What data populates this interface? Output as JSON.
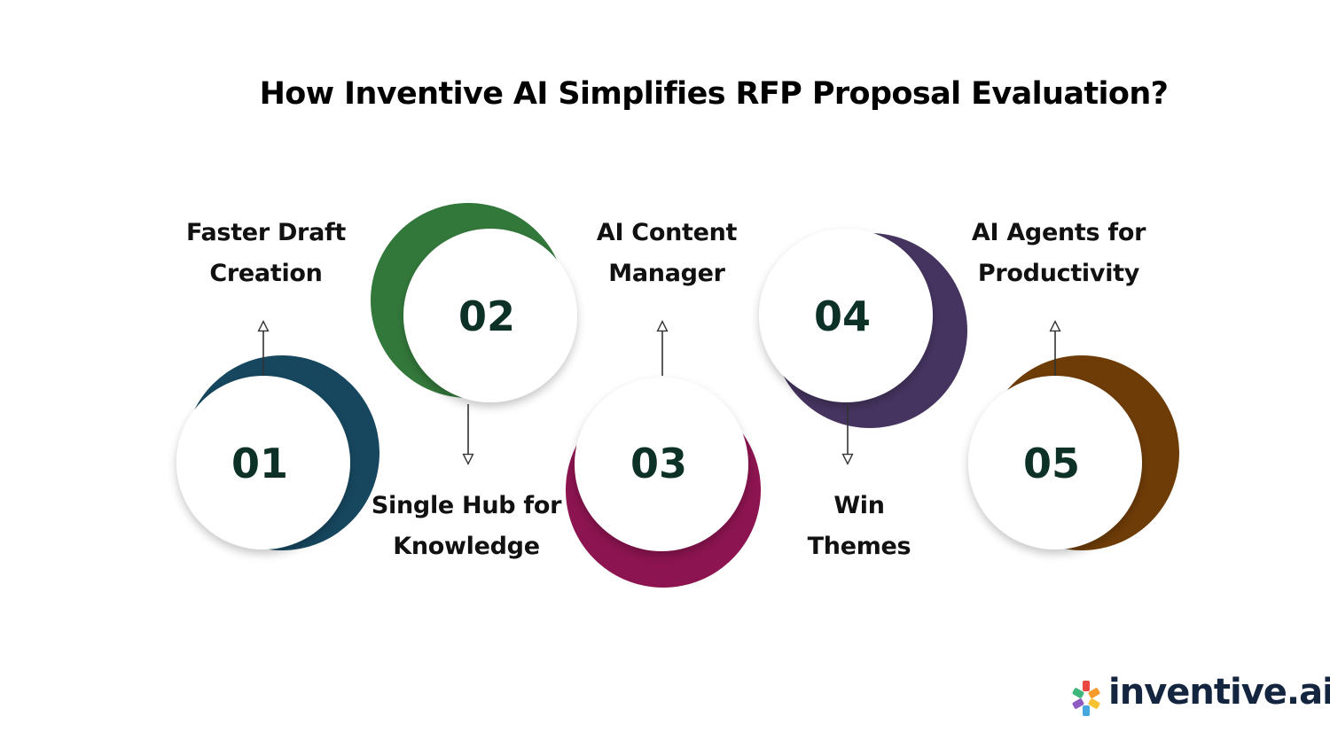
{
  "title": "How Inventive AI Simplifies RFP Proposal Evaluation?",
  "steps": [
    {
      "number": "01",
      "label_line1": "Faster Draft",
      "label_line2": "Creation",
      "color": "#16475f"
    },
    {
      "number": "02",
      "label_line1": "Single Hub for",
      "label_line2": "Knowledge",
      "color": "#33783b"
    },
    {
      "number": "03",
      "label_line1": "AI Content",
      "label_line2": "Manager",
      "color": "#8c1450"
    },
    {
      "number": "04",
      "label_line1": "Win",
      "label_line2": "Themes",
      "color": "#453460"
    },
    {
      "number": "05",
      "label_line1": "AI Agents for",
      "label_line2": "Productivity",
      "color": "#6e3c07"
    }
  ],
  "number_color": "#0e3127",
  "logo": {
    "text": "inventive.ai",
    "icon": "pinwheel-logo-icon",
    "icon_colors": [
      "#e8483f",
      "#f79a2c",
      "#f6c231",
      "#47a8e0",
      "#8e5cc2",
      "#3fb67b"
    ]
  }
}
